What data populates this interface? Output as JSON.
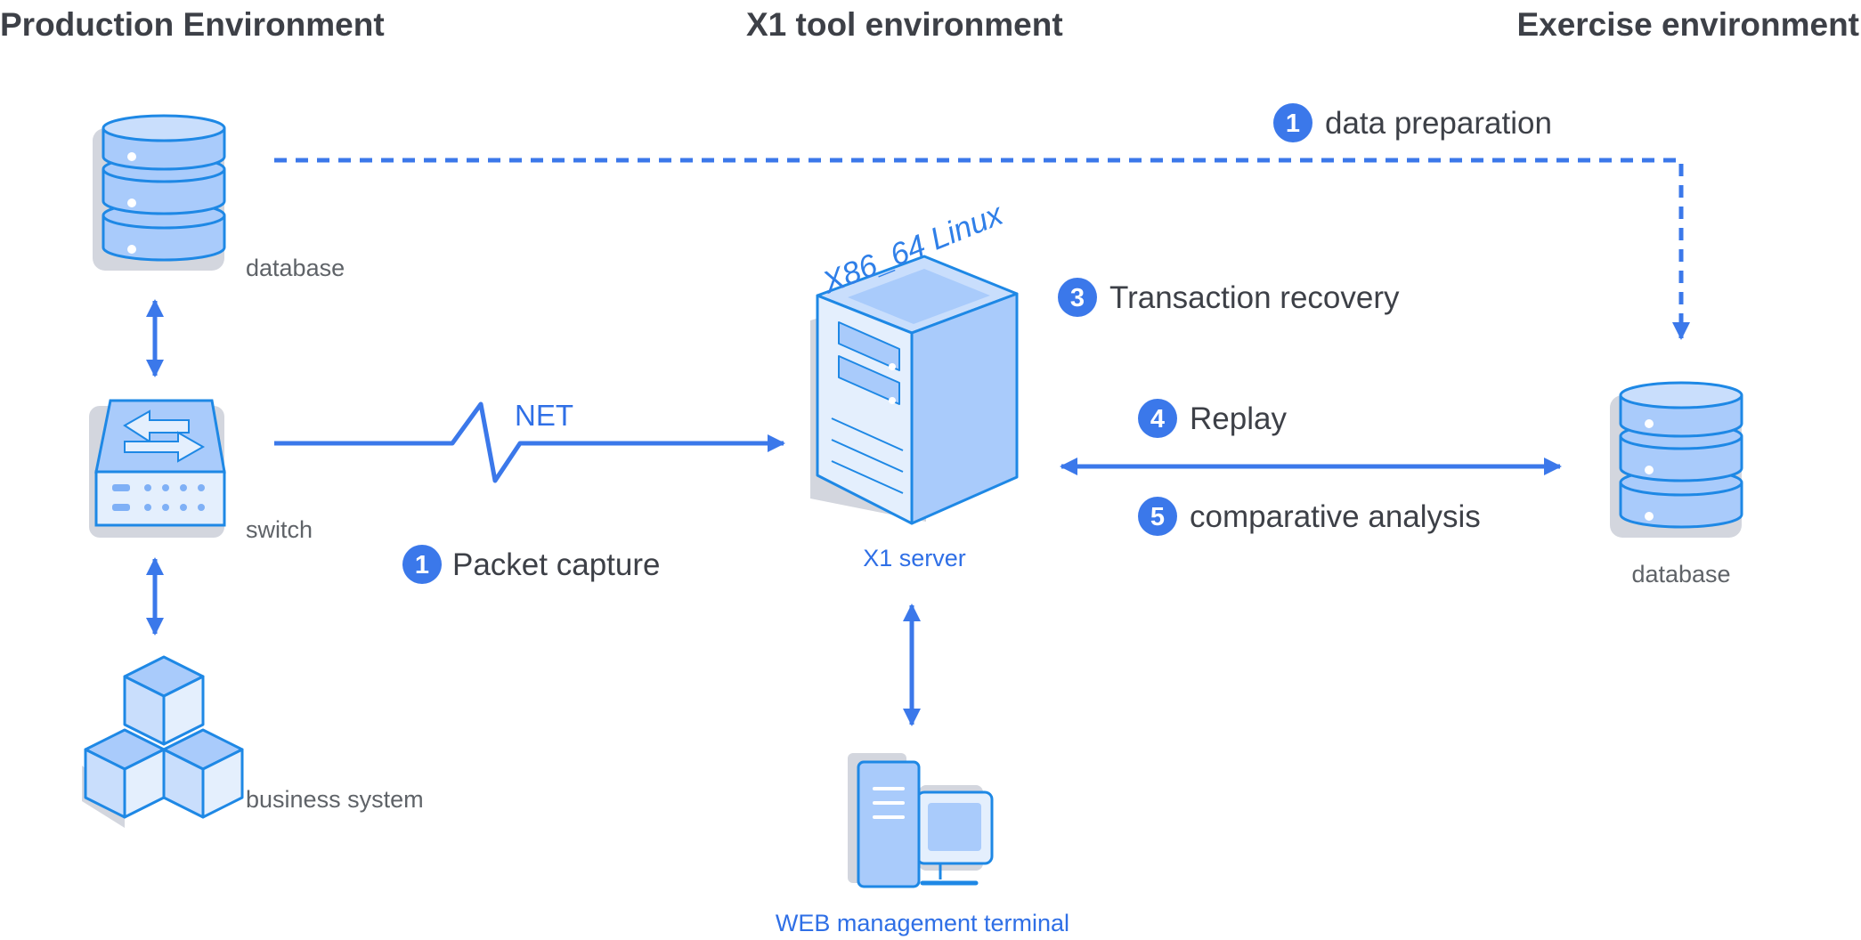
{
  "headers": {
    "production": "Production Environment",
    "tool": "X1 tool environment",
    "exercise": "Exercise environment"
  },
  "nodes": {
    "prod_database": "database",
    "switch": "switch",
    "business_system": "business system",
    "server_os": "X86_64 Linux",
    "server": "X1 server",
    "web_terminal": "WEB management terminal",
    "exercise_database": "database"
  },
  "edges": {
    "net_label": "NET"
  },
  "steps": [
    {
      "num": "1",
      "text": "data preparation"
    },
    {
      "num": "1",
      "text": "Packet capture"
    },
    {
      "num": "3",
      "text": "Transaction recovery"
    },
    {
      "num": "4",
      "text": "Replay"
    },
    {
      "num": "5",
      "text": "comparative analysis"
    }
  ],
  "colors": {
    "accent": "#2f6fe6",
    "arrow": "#3b78ea",
    "icon_fill": "#a9cbfb",
    "icon_light": "#e4effd",
    "icon_stroke": "#1e88e5",
    "shadow": "#d3d6de",
    "text_dark": "#3d4047",
    "text_gray": "#5f6368"
  }
}
